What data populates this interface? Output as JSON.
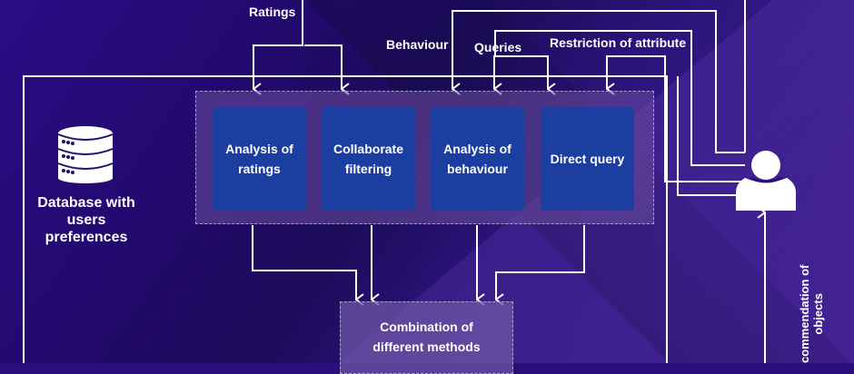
{
  "diagram": {
    "inputs": {
      "ratings": "Ratings",
      "behaviour": "Behaviour",
      "queries": "Queries",
      "restriction": "Restriction of attribute"
    },
    "methods": [
      {
        "line1": "Analysis of",
        "line2": "ratings"
      },
      {
        "line1": "Collaborate",
        "line2": "filtering"
      },
      {
        "line1": "Analysis of",
        "line2": "behaviour"
      },
      {
        "line1": "Direct query",
        "line2": ""
      }
    ],
    "combination": {
      "line1": "Combination of",
      "line2": "different methods"
    },
    "database": {
      "icon": "database-icon",
      "line1": "Database with",
      "line2": "users",
      "line3": "preferences"
    },
    "user": {
      "icon": "user-icon"
    },
    "output": {
      "line1": "commendation of",
      "line2": "objects"
    }
  },
  "colors": {
    "card": "#1c3ea1",
    "background": "#2a0f7a",
    "lines": "#ffffff"
  }
}
